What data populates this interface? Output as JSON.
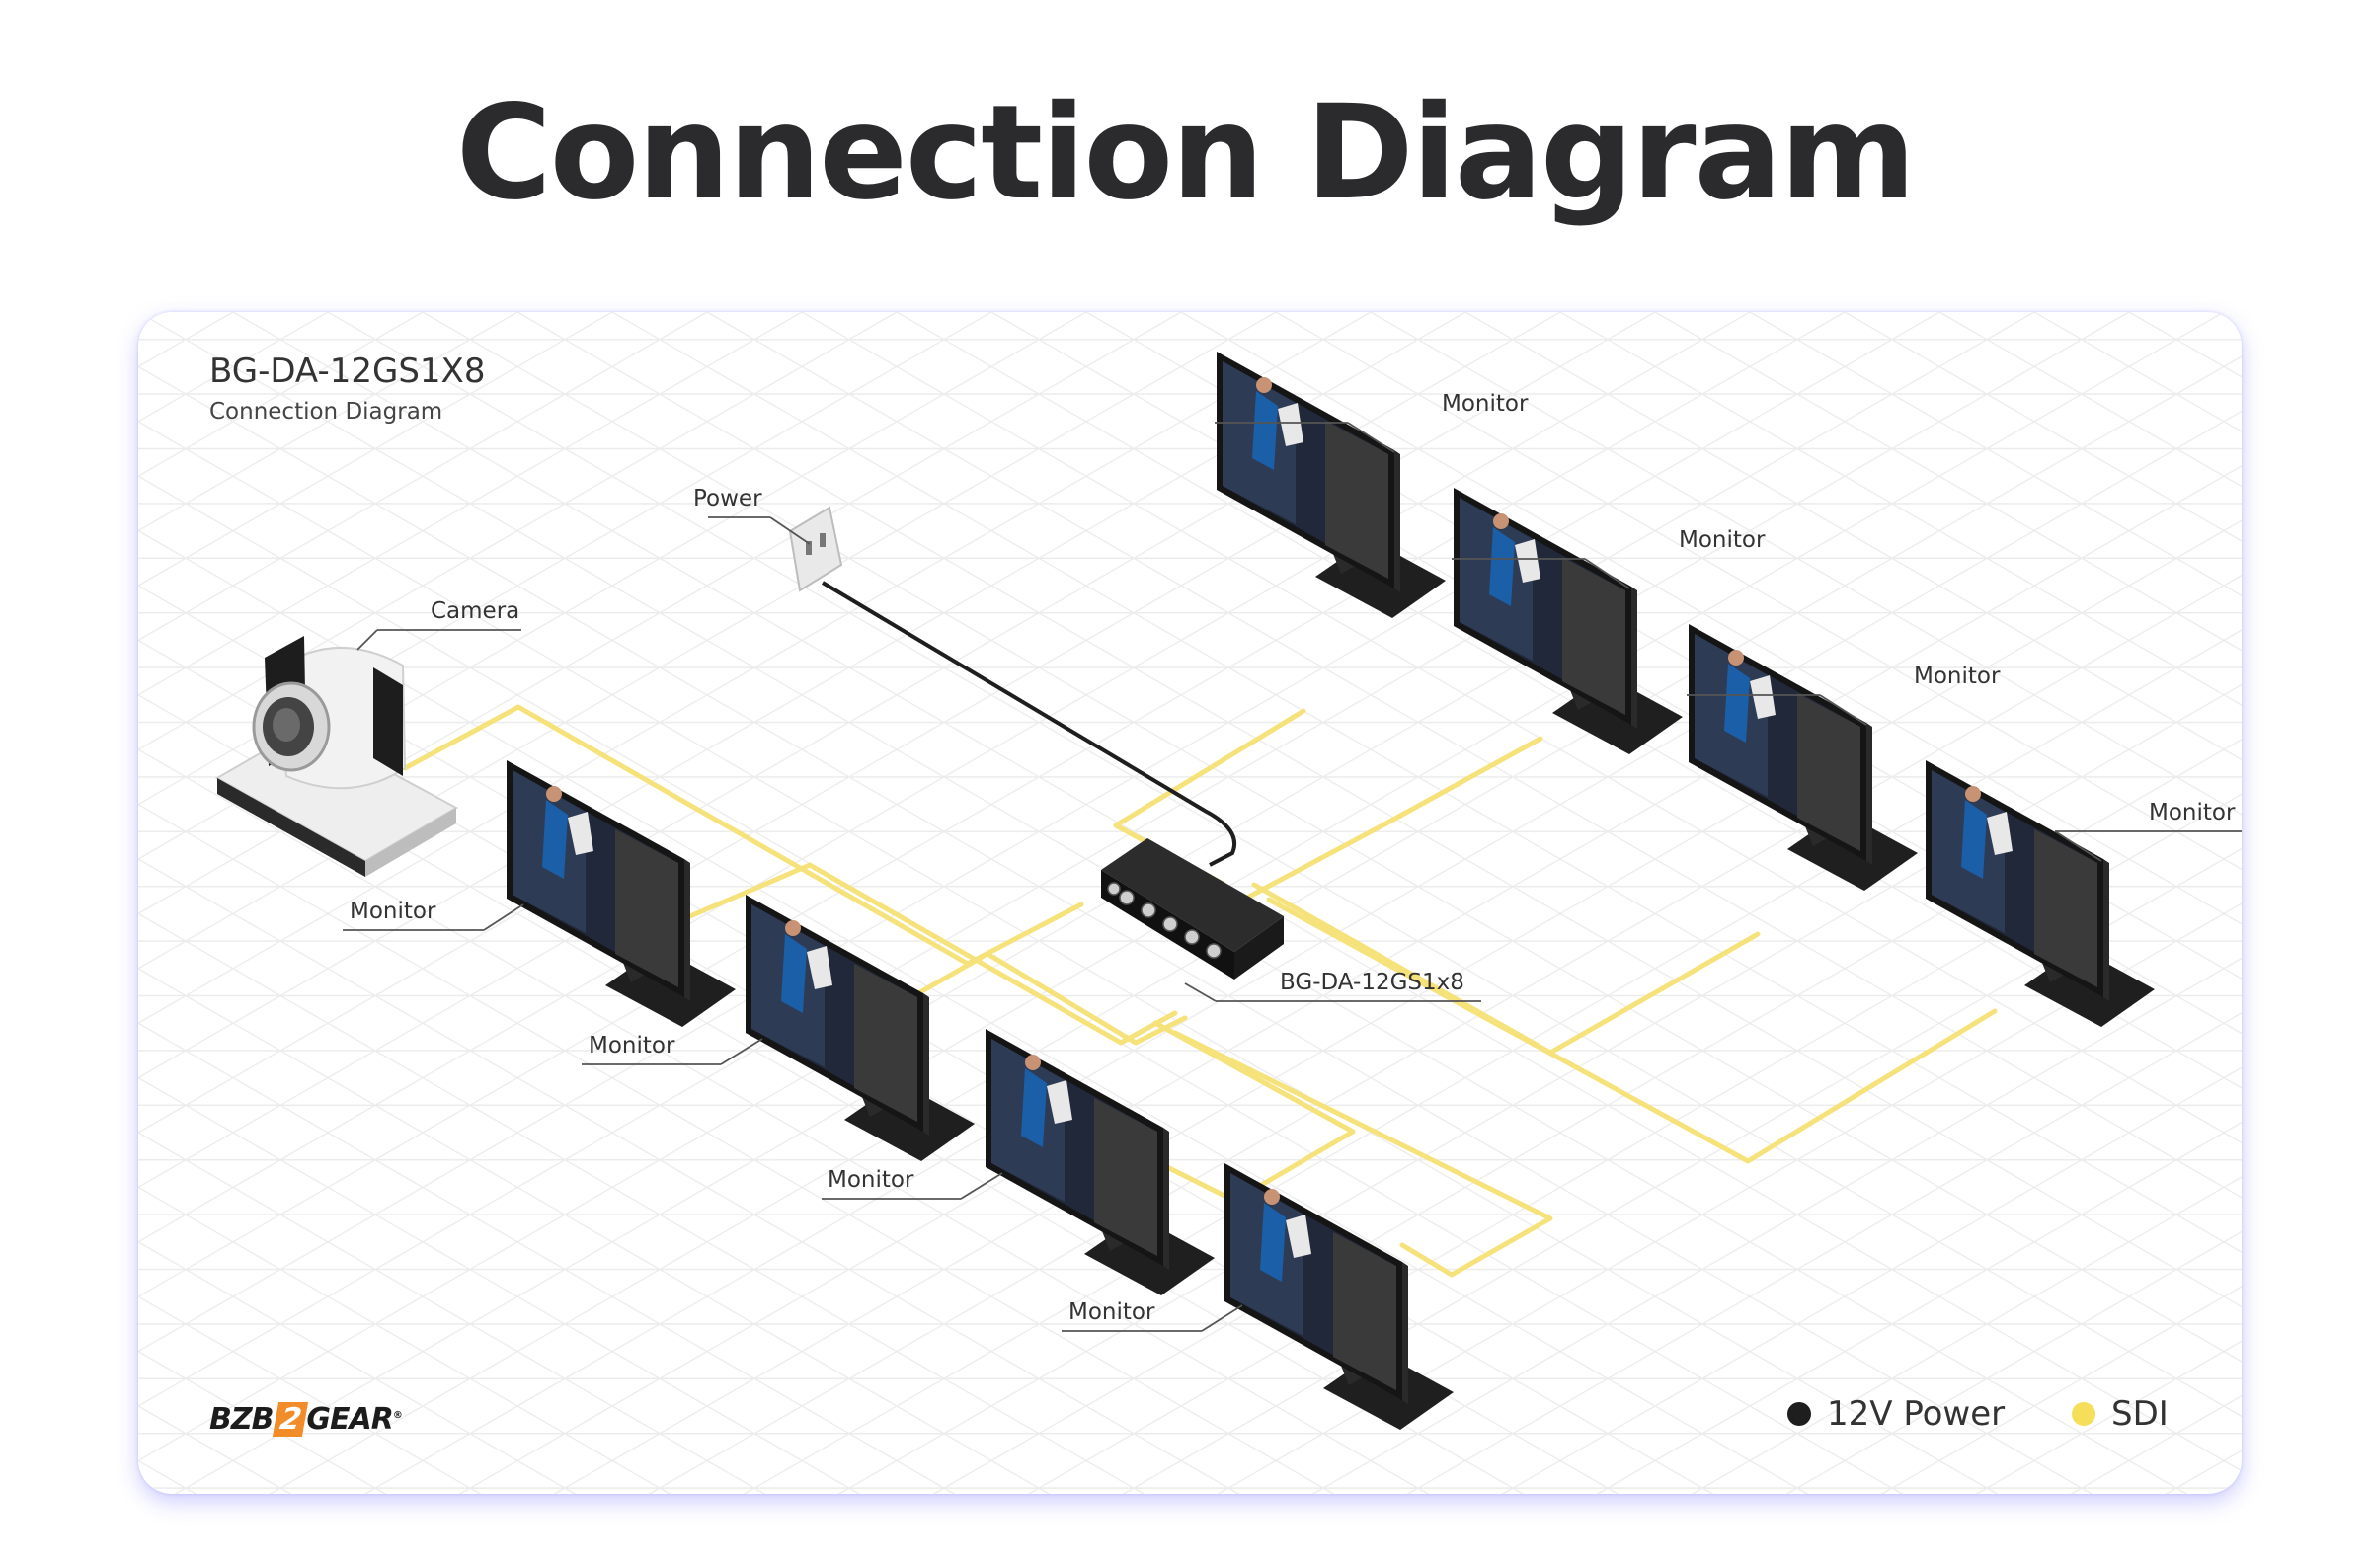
{
  "page": {
    "title": "Connection Diagram"
  },
  "diagram": {
    "caption_title": "BG-DA-12GS1X8",
    "caption_subtitle": "Connection Diagram",
    "labels": {
      "power": "Power",
      "camera": "Camera",
      "device": "BG-DA-12GS1x8",
      "monitor": "Monitor"
    },
    "logo": {
      "part1": "BZB",
      "part2": "2",
      "part3": "GEAR",
      "mark": "®"
    },
    "legend": [
      {
        "label": "12V Power",
        "color": "#1e1e1e"
      },
      {
        "label": "SDI",
        "color": "#f5df5a"
      }
    ],
    "colors": {
      "sdi_line": "#f6e27a",
      "power_line": "#1e1e1e",
      "grid": "#ececec"
    }
  }
}
